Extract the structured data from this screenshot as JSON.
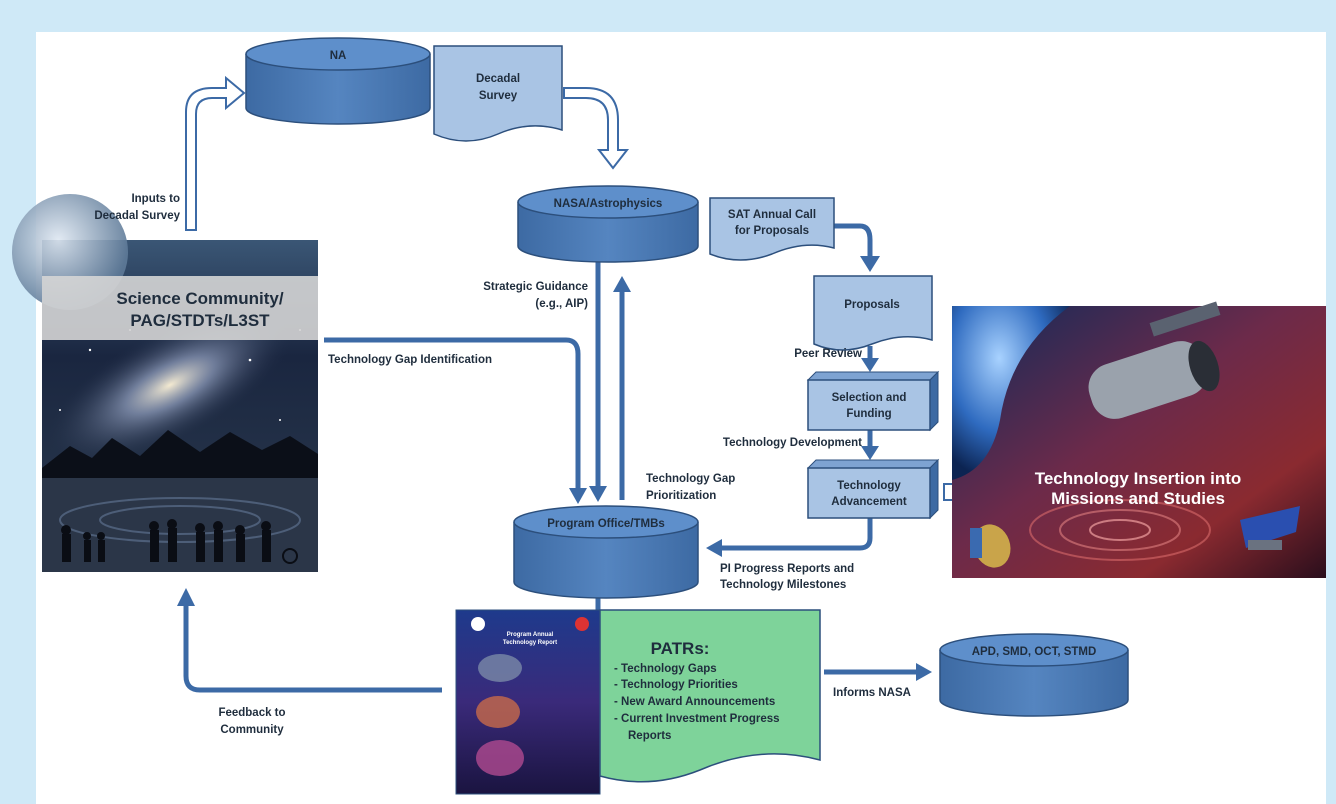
{
  "nodes": {
    "na": "NA",
    "decadal_line1": "Decadal",
    "decadal_line2": "Survey",
    "nasa_astro": "NASA/Astrophysics",
    "sat_line1": "SAT Annual Call",
    "sat_line2": "for Proposals",
    "proposals": "Proposals",
    "selection_line1": "Selection and",
    "selection_line2": "Funding",
    "tech_adv_line1": "Technology",
    "tech_adv_line2": "Advancement",
    "program_office": "Program Office/TMBs",
    "apd": "APD, SMD, OCT, STMD"
  },
  "community_photo": {
    "title_line1": "Science Community/",
    "title_line2": "PAG/STDTs/L3ST"
  },
  "mission_photo": {
    "caption_line1": "Technology Insertion into",
    "caption_line2": "Missions and Studies"
  },
  "labels": {
    "inputs_line1": "Inputs to",
    "inputs_line2": "Decadal Survey",
    "strategic_line1": "Strategic Guidance",
    "strategic_line2": "(e.g., AIP)",
    "gap_identification": "Technology Gap Identification",
    "gap_prior_line1": "Technology Gap",
    "gap_prior_line2": "Prioritization",
    "peer_review": "Peer Review",
    "tech_development": "Technology Development",
    "pi_line1": "PI Progress Reports and",
    "pi_line2": "Technology Milestones",
    "feedback_line1": "Feedback to",
    "feedback_line2": "Community",
    "informs": "Informs NASA"
  },
  "patr": {
    "title": "PATRs:",
    "items": [
      "- Technology Gaps",
      "- Technology Priorities",
      "- New Award Announcements",
      "- Current Investment Progress",
      "Reports"
    ]
  },
  "report_cover": {
    "title_line1": "Program Annual",
    "title_line2": "Technology Report"
  },
  "colors": {
    "node_fill": "#4a7ab5",
    "node_stroke": "#2c4f7c",
    "doc_fill": "#a9c4e4",
    "patr_fill": "#7ed39a",
    "arrow": "#3c6aa6",
    "background": "#cfe9f7"
  }
}
